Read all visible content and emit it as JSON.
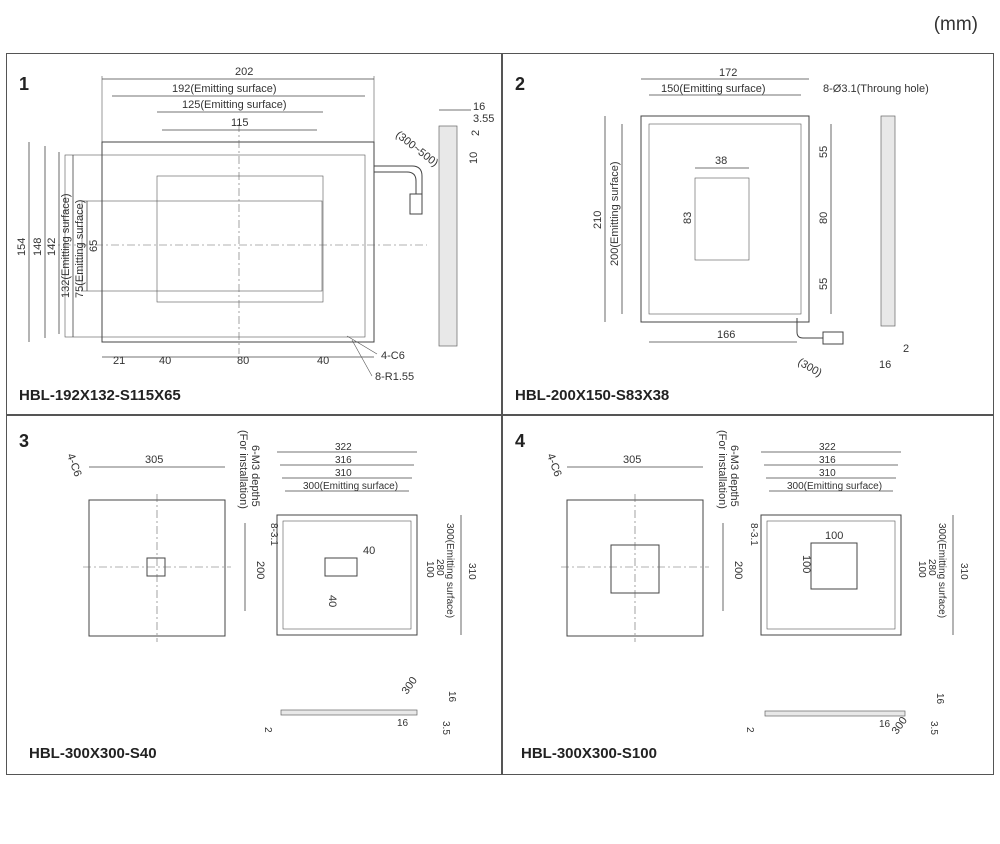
{
  "unit_label": "(mm)",
  "panels": [
    {
      "number": "1",
      "model": "HBL-192X132-S115X65",
      "dims": {
        "w_total": "202",
        "w_emit": "192(Emitting surface)",
        "w_inner": "125(Emitting surface)",
        "w_win": "115",
        "h154": "154",
        "h148": "148",
        "h142": "142",
        "h132": "132(Emitting surface)",
        "h75": "75(Emitting surface)",
        "h65": "65",
        "b21": "21",
        "b40a": "40",
        "b80": "80",
        "b40b": "40",
        "chamfer": "4-C6",
        "radius": "8-R1.55",
        "cable": "(300~500)",
        "s16": "16",
        "s355": "3.55",
        "s2": "2",
        "s10": "10"
      }
    },
    {
      "number": "2",
      "model": "HBL-200X150-S83X38",
      "dims": {
        "w172": "172",
        "w150": "150(Emitting surface)",
        "hole": "8-Ø3.1(Throung hole)",
        "w38": "38",
        "h83": "83",
        "h210": "210",
        "h200": "200(Emitting surface)",
        "r55a": "55",
        "r80": "80",
        "r55b": "55",
        "b166": "166",
        "cable": "(300)",
        "s2": "2",
        "s16": "16"
      }
    },
    {
      "number": "3",
      "model": "HBL-300X300-S40",
      "dims": {
        "chamfer": "4-C6",
        "w305": "305",
        "m3": "6-M3 depth5",
        "m3b": "(For installation)",
        "h200": "200",
        "w322": "322",
        "w316": "316",
        "w310": "310",
        "w300": "300(Emitting surface)",
        "pitch": "8-3.1",
        "sq_w": "40",
        "sq_h": "40",
        "v300": "300(Emitting surface)",
        "v280": "280",
        "v100": "100",
        "v310": "310",
        "cable": "300",
        "s16": "16",
        "s2": "2",
        "s16b": "16",
        "s355": "3.55"
      }
    },
    {
      "number": "4",
      "model": "HBL-300X300-S100",
      "dims": {
        "chamfer": "4-C6",
        "w305": "305",
        "m3": "6-M3 depth5",
        "m3b": "(For installation)",
        "h200": "200",
        "w322": "322",
        "w316": "316",
        "w310": "310",
        "w300": "300(Emitting surface)",
        "pitch": "8-3.1",
        "sq_w": "100",
        "sq_h": "100",
        "v300": "300(Emitting surface)",
        "v280": "280",
        "v100": "100",
        "v310": "310",
        "cable": "300",
        "s16": "16",
        "s2": "2",
        "s16b": "16",
        "s355": "3.55"
      }
    }
  ]
}
